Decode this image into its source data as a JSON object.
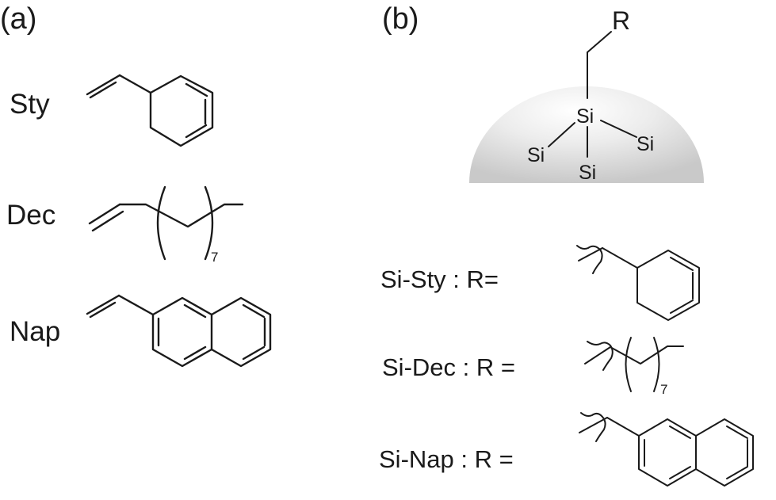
{
  "panels": {
    "a": "(a)",
    "b": "(b)"
  },
  "monomers": [
    {
      "name": "Sty",
      "icon": "styrene-structure-icon"
    },
    {
      "name": "Dec",
      "icon": "decene-structure-icon",
      "repeat": "7"
    },
    {
      "name": "Nap",
      "icon": "vinylnaphthalene-structure-icon"
    }
  ],
  "surface": {
    "icon": "silica-particle-icon",
    "r_label": "R",
    "atoms": {
      "center": "Si",
      "left": "Si",
      "right": "Si",
      "bottom": "Si"
    }
  },
  "definitions": [
    {
      "label": "Si-Sty : R=",
      "icon": "benzyl-group-icon"
    },
    {
      "label": "Si-Dec : R =",
      "icon": "decyl-chain-icon",
      "repeat": "7"
    },
    {
      "label": "Si-Nap : R =",
      "icon": "naphthylmethyl-group-icon"
    }
  ],
  "colors": {
    "ink": "#1a1a1a",
    "sphere_light": "#ffffff",
    "sphere_dark": "#c9c9c9"
  }
}
